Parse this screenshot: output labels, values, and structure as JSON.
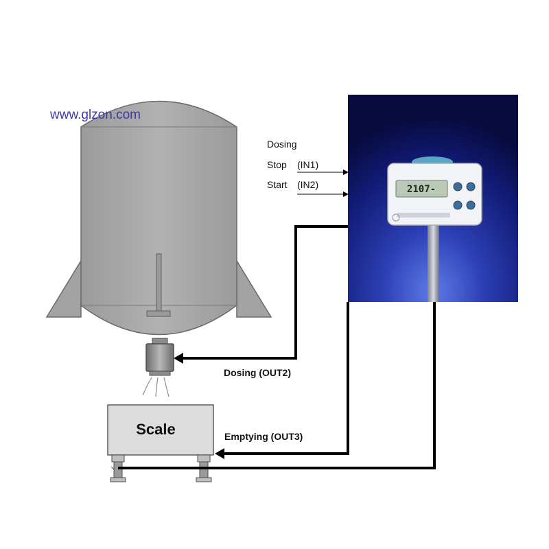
{
  "watermark": "www.glzon.com",
  "labels": {
    "dosing_heading": "Dosing",
    "stop": "Stop",
    "stop_in": "(IN1)",
    "start": "Start",
    "start_in": "(IN2)",
    "dosing_out": "Dosing (OUT2)",
    "emptying_out": "Emptying (OUT3)",
    "scale": "Scale"
  },
  "display": {
    "reading": "2107-"
  },
  "colors": {
    "tank_fill": "#a9a9a9",
    "tank_stroke": "#6a6a6a",
    "wire": "#000000",
    "panel_dark": "#0b0f4a",
    "panel_glow": "#3b55c8",
    "lcd": "#bcc9b6"
  }
}
